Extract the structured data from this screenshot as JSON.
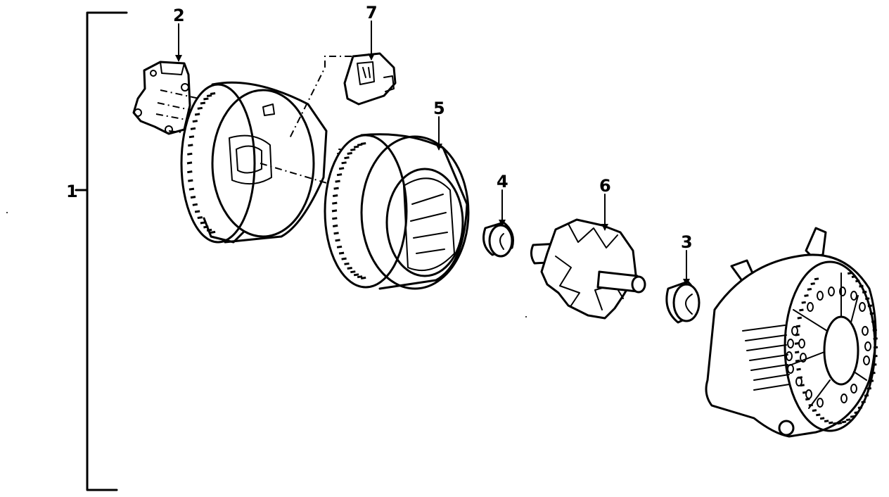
{
  "diagram": {
    "labels": {
      "assembly": "1",
      "rectifier": "2",
      "bearing_rear": "3",
      "bearing_front": "4",
      "stator": "5",
      "rotor": "6",
      "regulator": "7"
    }
  }
}
